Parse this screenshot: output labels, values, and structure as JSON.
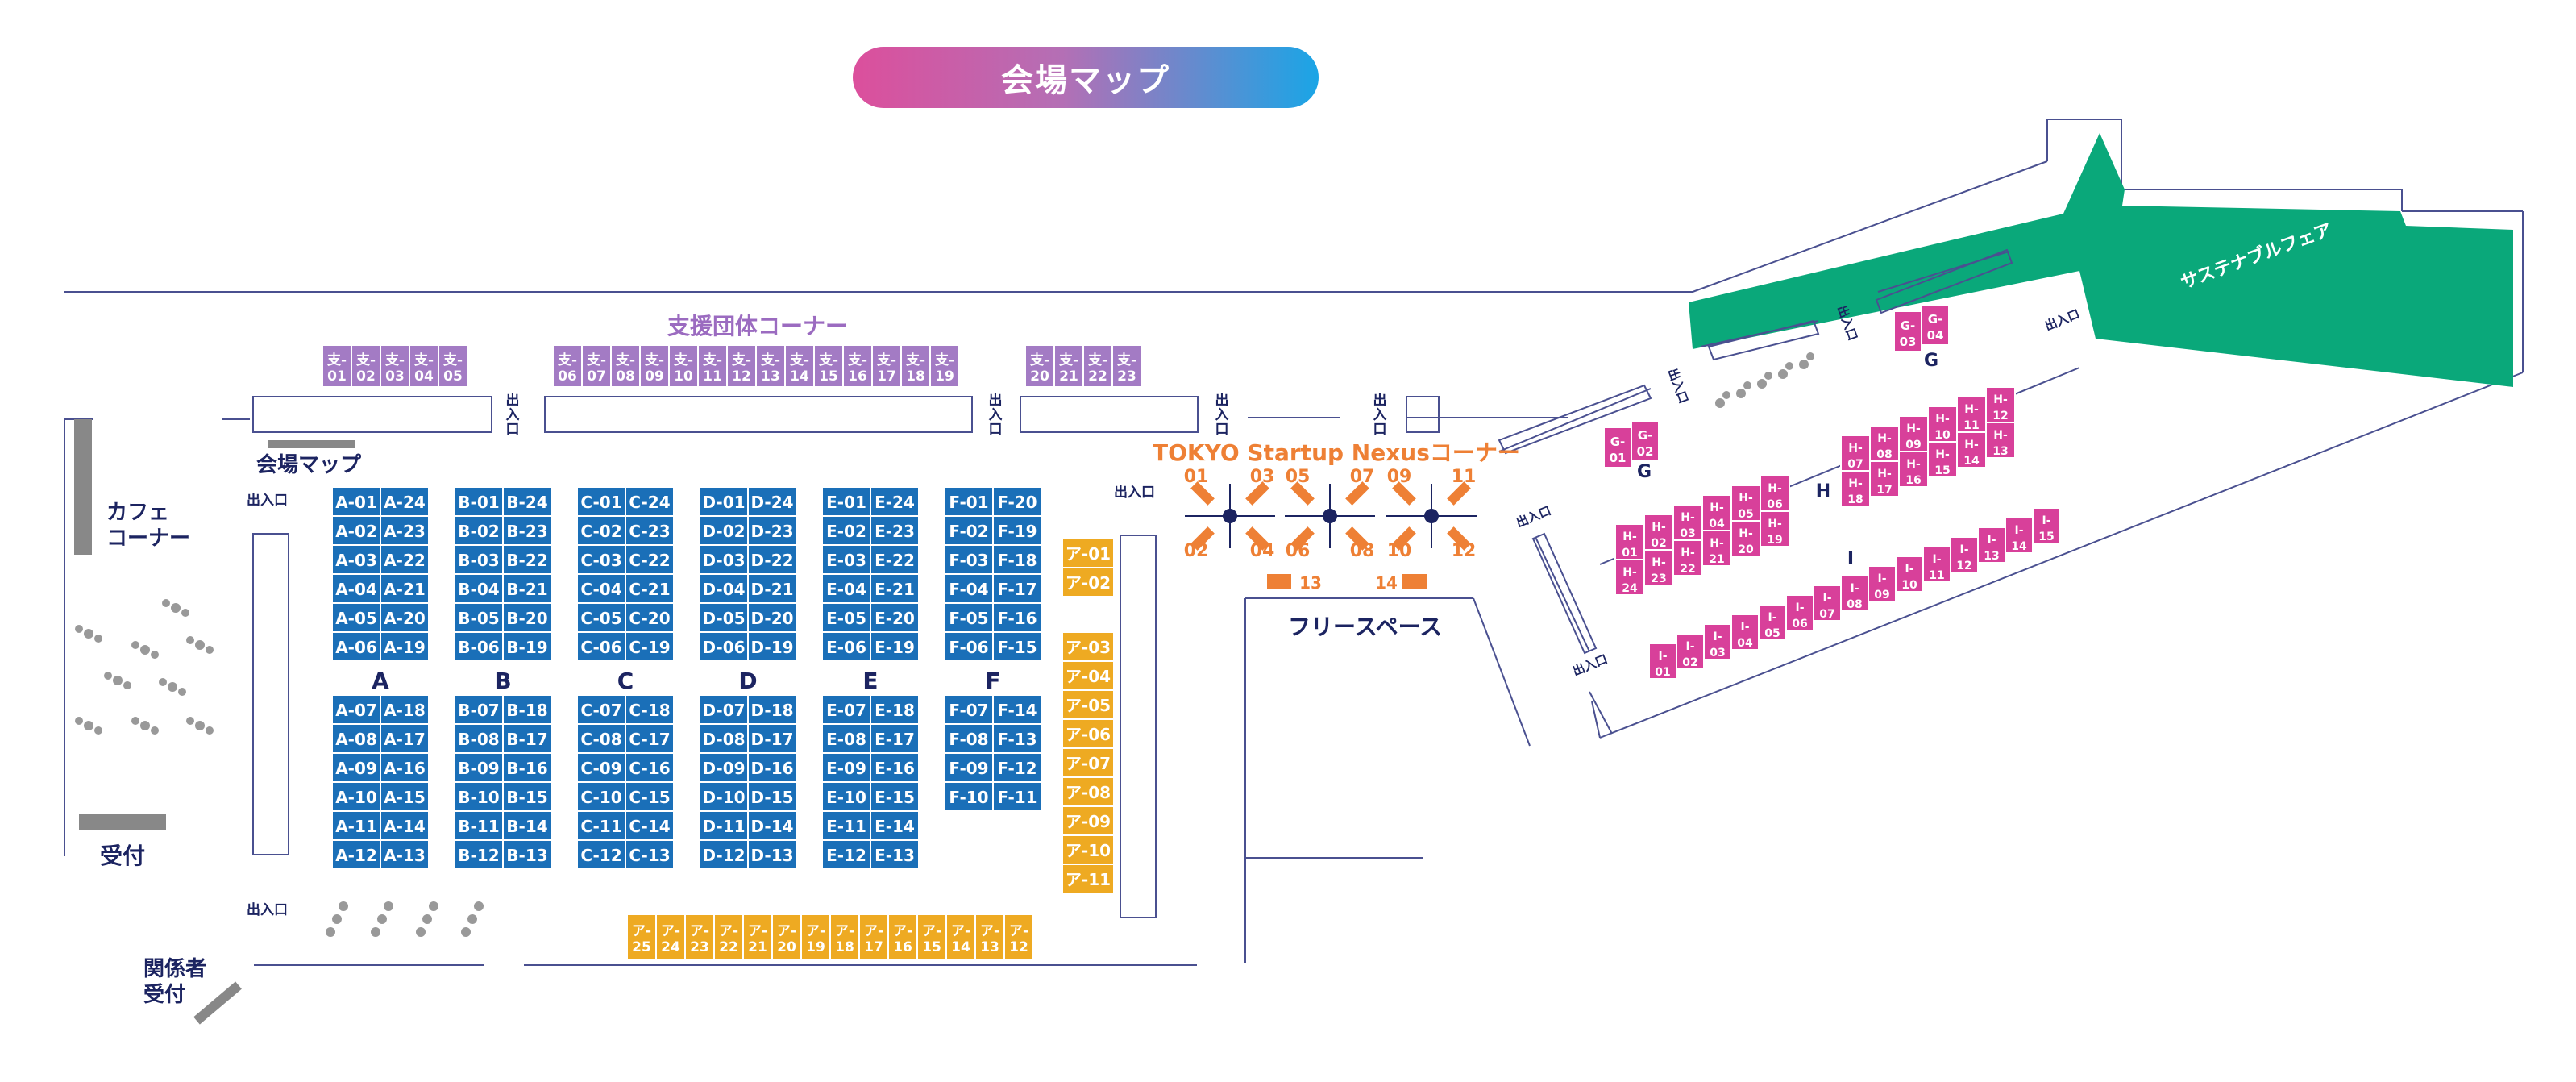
{
  "title": "会場マップ",
  "areas": {
    "support_corner": "支援団体コーナー",
    "venue_map_sign": "会場マップ",
    "cafe_corner": [
      "カフェ",
      "コーナー"
    ],
    "reception": "受付",
    "staff_reception": [
      "関係者",
      "受付"
    ],
    "free_space": "フリースペース",
    "nexus_corner": "TOKYO Startup Nexusコーナー",
    "sustainable_fair": "サステナブルフェア",
    "entrance": "出入口"
  },
  "colors": {
    "blue": "#1a6fb8",
    "purple": "#a37bc4",
    "yellow": "#eeaa22",
    "magenta": "#d8409a",
    "green": "#0aa87a",
    "orange": "#ee8035",
    "navy": "#1c2461",
    "gray": "#888888",
    "line": "#4a5090"
  },
  "block_letters": [
    "A",
    "B",
    "C",
    "D",
    "E",
    "F"
  ],
  "blue_blocks": [
    {
      "letter": "A",
      "top": [
        [
          "A-01",
          "A-24"
        ],
        [
          "A-02",
          "A-23"
        ],
        [
          "A-03",
          "A-22"
        ],
        [
          "A-04",
          "A-21"
        ],
        [
          "A-05",
          "A-20"
        ],
        [
          "A-06",
          "A-19"
        ]
      ],
      "bottom": [
        [
          "A-07",
          "A-18"
        ],
        [
          "A-08",
          "A-17"
        ],
        [
          "A-09",
          "A-16"
        ],
        [
          "A-10",
          "A-15"
        ],
        [
          "A-11",
          "A-14"
        ],
        [
          "A-12",
          "A-13"
        ]
      ]
    },
    {
      "letter": "B",
      "top": [
        [
          "B-01",
          "B-24"
        ],
        [
          "B-02",
          "B-23"
        ],
        [
          "B-03",
          "B-22"
        ],
        [
          "B-04",
          "B-21"
        ],
        [
          "B-05",
          "B-20"
        ],
        [
          "B-06",
          "B-19"
        ]
      ],
      "bottom": [
        [
          "B-07",
          "B-18"
        ],
        [
          "B-08",
          "B-17"
        ],
        [
          "B-09",
          "B-16"
        ],
        [
          "B-10",
          "B-15"
        ],
        [
          "B-11",
          "B-14"
        ],
        [
          "B-12",
          "B-13"
        ]
      ]
    },
    {
      "letter": "C",
      "top": [
        [
          "C-01",
          "C-24"
        ],
        [
          "C-02",
          "C-23"
        ],
        [
          "C-03",
          "C-22"
        ],
        [
          "C-04",
          "C-21"
        ],
        [
          "C-05",
          "C-20"
        ],
        [
          "C-06",
          "C-19"
        ]
      ],
      "bottom": [
        [
          "C-07",
          "C-18"
        ],
        [
          "C-08",
          "C-17"
        ],
        [
          "C-09",
          "C-16"
        ],
        [
          "C-10",
          "C-15"
        ],
        [
          "C-11",
          "C-14"
        ],
        [
          "C-12",
          "C-13"
        ]
      ]
    },
    {
      "letter": "D",
      "top": [
        [
          "D-01",
          "D-24"
        ],
        [
          "D-02",
          "D-23"
        ],
        [
          "D-03",
          "D-22"
        ],
        [
          "D-04",
          "D-21"
        ],
        [
          "D-05",
          "D-20"
        ],
        [
          "D-06",
          "D-19"
        ]
      ],
      "bottom": [
        [
          "D-07",
          "D-18"
        ],
        [
          "D-08",
          "D-17"
        ],
        [
          "D-09",
          "D-16"
        ],
        [
          "D-10",
          "D-15"
        ],
        [
          "D-11",
          "D-14"
        ],
        [
          "D-12",
          "D-13"
        ]
      ]
    },
    {
      "letter": "E",
      "top": [
        [
          "E-01",
          "E-24"
        ],
        [
          "E-02",
          "E-23"
        ],
        [
          "E-03",
          "E-22"
        ],
        [
          "E-04",
          "E-21"
        ],
        [
          "E-05",
          "E-20"
        ],
        [
          "E-06",
          "E-19"
        ]
      ],
      "bottom": [
        [
          "E-07",
          "E-18"
        ],
        [
          "E-08",
          "E-17"
        ],
        [
          "E-09",
          "E-16"
        ],
        [
          "E-10",
          "E-15"
        ],
        [
          "E-11",
          "E-14"
        ],
        [
          "E-12",
          "E-13"
        ]
      ]
    },
    {
      "letter": "F",
      "top": [
        [
          "F-01",
          "F-20"
        ],
        [
          "F-02",
          "F-19"
        ],
        [
          "F-03",
          "F-18"
        ],
        [
          "F-04",
          "F-17"
        ],
        [
          "F-05",
          "F-16"
        ],
        [
          "F-06",
          "F-15"
        ]
      ],
      "bottom": [
        [
          "F-07",
          "F-14"
        ],
        [
          "F-08",
          "F-13"
        ],
        [
          "F-09",
          "F-12"
        ],
        [
          "F-10",
          "F-11"
        ]
      ]
    }
  ],
  "support_booths": [
    [
      "01",
      "02",
      "03",
      "04",
      "05"
    ],
    [
      "06",
      "07",
      "08",
      "09",
      "10",
      "11",
      "12",
      "13",
      "14",
      "15",
      "16",
      "17",
      "18",
      "19"
    ],
    [
      "20",
      "21",
      "22",
      "23"
    ]
  ],
  "support_prefix": "支-",
  "a_prefix": "ア-",
  "a_vertical_group1": [
    "01",
    "02"
  ],
  "a_vertical_group2": [
    "03",
    "04",
    "05",
    "06",
    "07",
    "08",
    "09",
    "10",
    "11"
  ],
  "a_bottom_row": [
    "25",
    "24",
    "23",
    "22",
    "21",
    "20",
    "19",
    "18",
    "17",
    "16",
    "15",
    "14",
    "13",
    "12"
  ],
  "nexus_numbers": {
    "top": [
      "01",
      "03",
      "05",
      "07",
      "09",
      "11"
    ],
    "bottom": [
      "02",
      "04",
      "06",
      "08",
      "10",
      "12"
    ],
    "tables": [
      "13",
      "14"
    ]
  },
  "g_booths": {
    "letter": "G",
    "group1": [
      "01",
      "02"
    ],
    "group2": [
      "03",
      "04"
    ]
  },
  "h_booths": {
    "letter": "H",
    "row1": [
      "01",
      "02",
      "03",
      "04",
      "05",
      "06"
    ],
    "row2": [
      "24",
      "23",
      "22",
      "21",
      "20",
      "19"
    ],
    "row3": [
      "07",
      "08",
      "09",
      "10",
      "11",
      "12"
    ],
    "row4": [
      "18",
      "17",
      "16",
      "15",
      "14",
      "13"
    ]
  },
  "i_booths": {
    "letter": "I",
    "row": [
      "01",
      "02",
      "03",
      "04",
      "05",
      "06",
      "07",
      "08",
      "09",
      "10",
      "11",
      "12",
      "13",
      "14",
      "15"
    ]
  },
  "g_prefix": "G-",
  "h_prefix": "H-",
  "i_prefix": "I-"
}
